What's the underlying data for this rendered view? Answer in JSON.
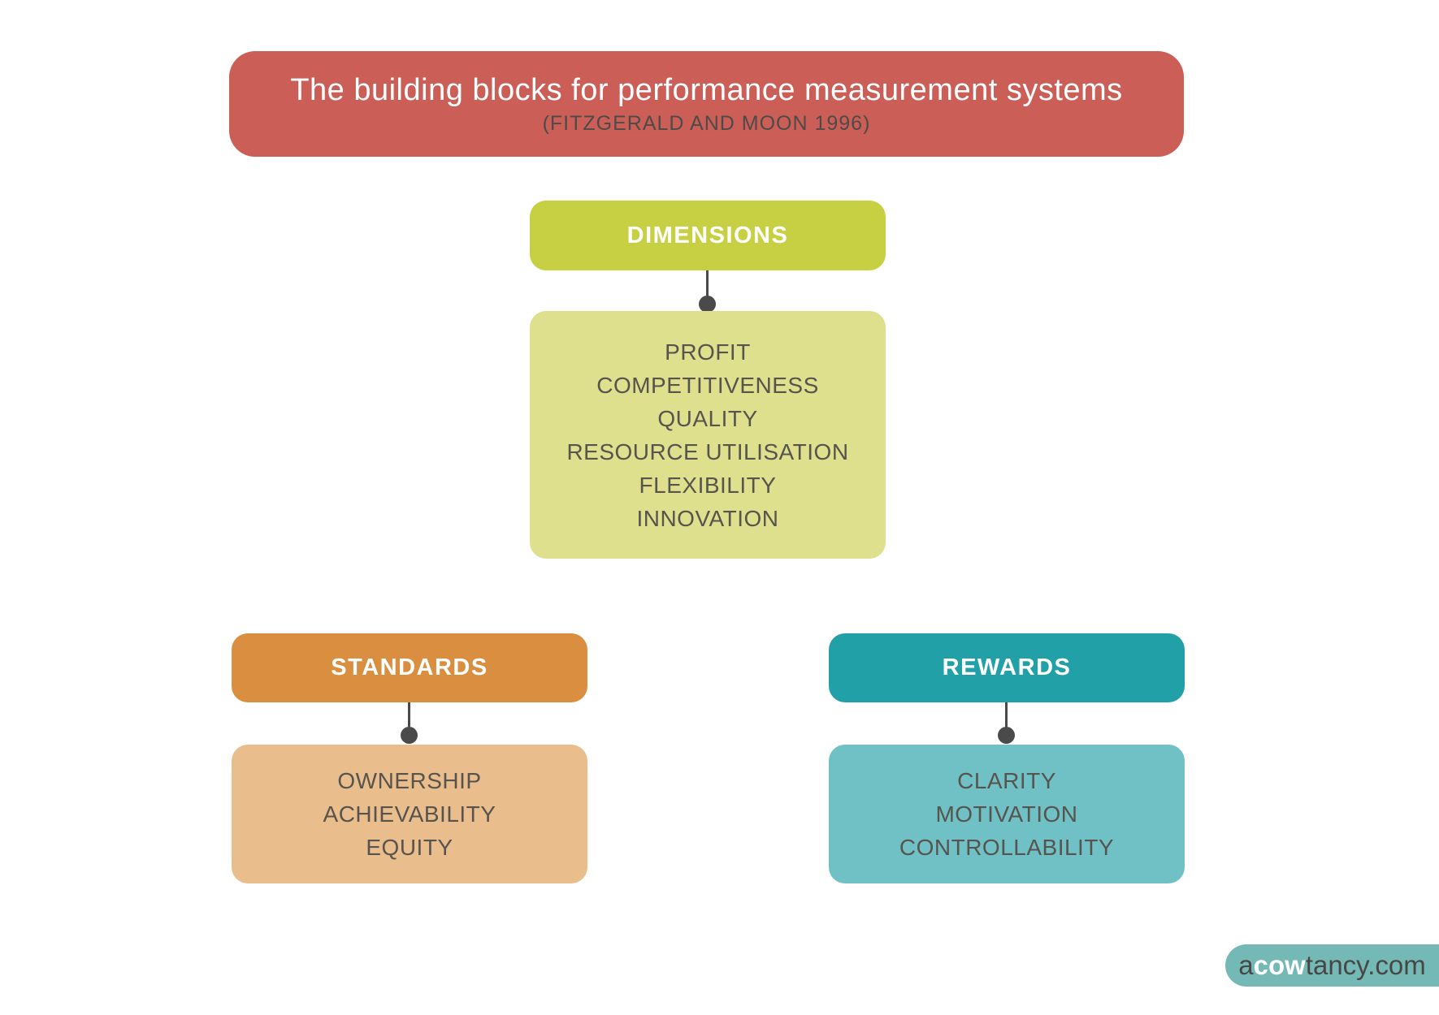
{
  "title_banner": {
    "title": "The building blocks for performance measurement systems",
    "subtitle": "(FITZGERALD AND MOON 1996)",
    "bg": "#cb5f58",
    "title_color": "#ffffff",
    "subtitle_color": "#4e4a47"
  },
  "diagram": {
    "text_color": "#57544e",
    "connector_color": "#4a4a4a",
    "groups": [
      {
        "id": "dimensions",
        "label": "DIMENSIONS",
        "header_bg": "#c7d042",
        "content_bg": "#dee08d",
        "items": [
          "PROFIT",
          "COMPETITIVENESS",
          "QUALITY",
          "RESOURCE UTILISATION",
          "FLEXIBILITY",
          "INNOVATION"
        ]
      },
      {
        "id": "standards",
        "label": "STANDARDS",
        "header_bg": "#da8f40",
        "content_bg": "#eabd8d",
        "items": [
          "OWNERSHIP",
          "ACHIEVABILITY",
          "EQUITY"
        ]
      },
      {
        "id": "rewards",
        "label": "REWARDS",
        "header_bg": "#21a0a8",
        "content_bg": "#70c1c6",
        "items": [
          "CLARITY",
          "MOTIVATION",
          "CONTROLLABILITY"
        ]
      }
    ]
  },
  "logo": {
    "prefix": "a",
    "emphasis": "cow",
    "suffix": "tancy.com",
    "bg": "#74b9b6",
    "text_color": "#474747",
    "emphasis_color": "#ffffff"
  }
}
